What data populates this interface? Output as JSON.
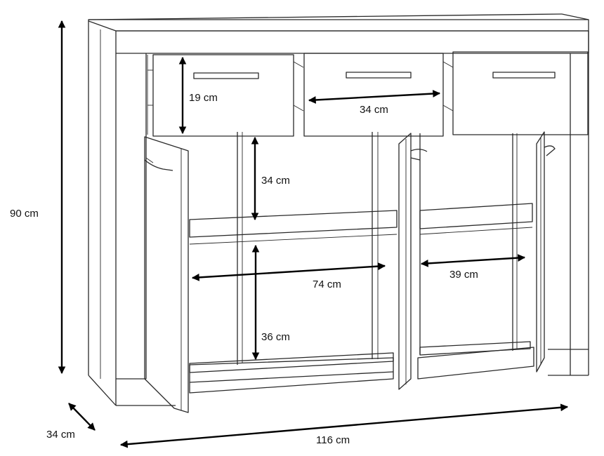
{
  "dimensions": {
    "height": "90 cm",
    "depth": "34 cm",
    "width": "116 cm",
    "drawer_height": "19 cm",
    "drawer_width": "34 cm",
    "upper_shelf_height": "34 cm",
    "lower_shelf_height": "36 cm",
    "compartment_width": "74 cm",
    "right_compartment_width": "39 cm"
  }
}
